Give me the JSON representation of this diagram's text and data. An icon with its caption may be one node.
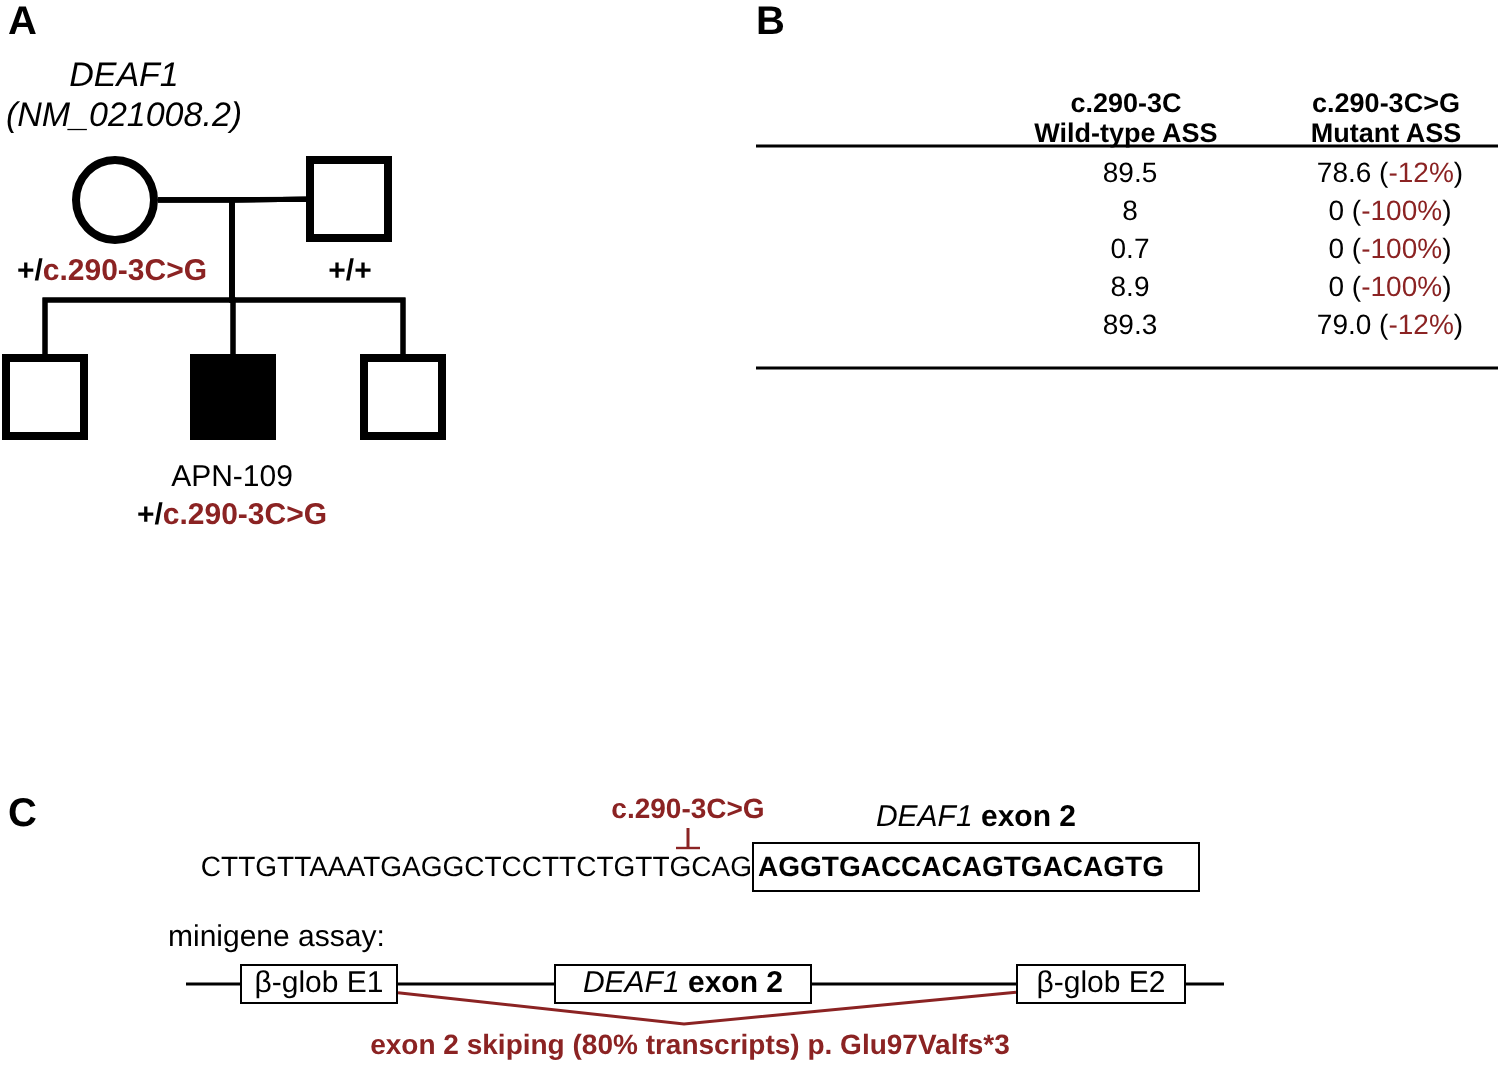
{
  "diagram": {
    "nodes": [
      {
        "text": [],
        "shape": "circle",
        "beside": [
          "+/c.290-3C>G"
        ]
      },
      {
        "text": [],
        "shape": "box",
        "beside": [
          "+/+"
        ]
      },
      {
        "text": [],
        "shape": "box"
      },
      {
        "text": [],
        "shape": "box",
        "beside": [
          "APN-109",
          "+/c.290-3C>G"
        ]
      },
      {
        "text": [],
        "shape": "box"
      },
      {
        "text": [
          "c.290-3C>G"
        ]
      },
      {
        "text": [
          "*DEAF1* exon 2",
          "AGGTGACCACAGTGACAGTG"
        ]
      },
      {
        "text": [
          "β-glob E1"
        ]
      },
      {
        "text": [
          "*DEAF1* exon 2"
        ]
      },
      {
        "text": [
          "β-glob E2"
        ]
      }
    ],
    "edges": [
      {
        "from": 0,
        "to": 1,
        "arrow": "none"
      },
      {
        "from": 0,
        "to": 2,
        "arrow": "none"
      },
      {
        "from": 0,
        "to": 3,
        "arrow": "none"
      },
      {
        "from": 0,
        "to": 4,
        "arrow": "none"
      },
      {
        "from": 1,
        "to": 2,
        "arrow": "none"
      },
      {
        "from": 1,
        "to": 3,
        "arrow": "none"
      },
      {
        "from": 1,
        "to": 4,
        "arrow": "none"
      },
      {
        "from": 5,
        "to": null,
        "arrow": "other",
        "color": "#8b2323"
      },
      {
        "from": null,
        "to": 7,
        "arrow": "none"
      },
      {
        "from": 7,
        "to": 8,
        "arrow": "none"
      },
      {
        "from": 8,
        "to": 9,
        "arrow": "none"
      },
      {
        "from": 9,
        "to": null,
        "arrow": "none"
      },
      {
        "from": 7,
        "to": 9,
        "arrow": "none",
        "color": "#8b2323",
        "label": "exon 2 skiping (80% transcripts) p. Glu97Valfs*3"
      }
    ],
    "labels": [
      "A",
      "DEAF1 (NM_021008.2)",
      "B",
      "c.290-3C Wild-type ASS",
      "c.290-3C>G Mutant ASS",
      "89.5",
      "78.6 (-12%)",
      "8",
      "0 (-100%)",
      "0.7",
      "0 (-100%)",
      "8.9",
      "0 (-100%)",
      "89.3",
      "79.0 (-12%)",
      "C",
      "CTTGTTAAATGAGGCTCCTTCTGTTGCAG",
      "minigene assay:"
    ]
  }
}
